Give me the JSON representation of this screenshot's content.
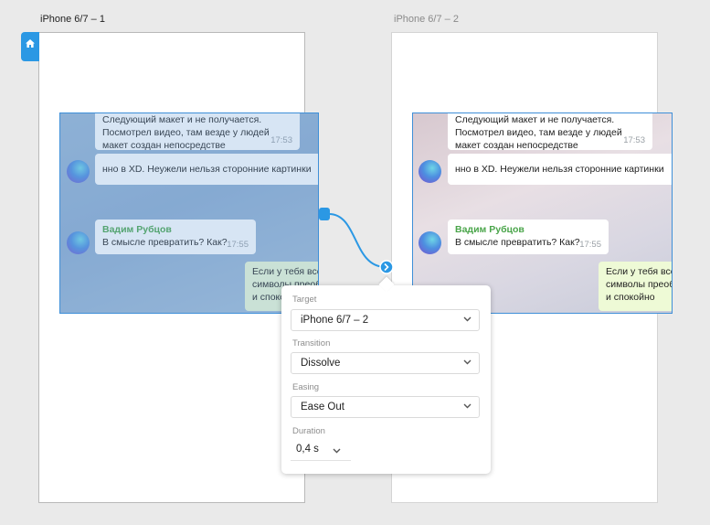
{
  "artboards": [
    {
      "title": "iPhone 6/7 – 1"
    },
    {
      "title": "iPhone 6/7 – 2"
    }
  ],
  "chat": {
    "msg1_line1": "Следующий макет и не получается.",
    "msg1_line2": "Посмотрел видео, там везде у людей",
    "msg1_line3": "макет создан непосредстве",
    "msg1_time": "17:53",
    "msg2_text": "нно в XD. Неужели нельзя сторонние картинки",
    "msg3_author": "Вадим Рубцов",
    "msg3_text": "В смысле превратить? Как?",
    "msg3_time": "17:55",
    "msg4_line1": "Если у тебя все",
    "msg4_line2": "символы преобра",
    "msg4_line3": "и спокойно"
  },
  "prototype_panel": {
    "target_label": "Target",
    "target_value": "iPhone 6/7 – 2",
    "transition_label": "Transition",
    "transition_value": "Dissolve",
    "easing_label": "Easing",
    "easing_value": "Ease Out",
    "duration_label": "Duration",
    "duration_value": "0,4 s"
  },
  "colors": {
    "accent": "#2b98e4",
    "selection": "#3e8fd8",
    "author_green": "#4aa54a"
  },
  "icons": {
    "home": "home-icon",
    "connector_arrow": "chevron-right-icon",
    "dropdown": "chevron-down-icon"
  }
}
